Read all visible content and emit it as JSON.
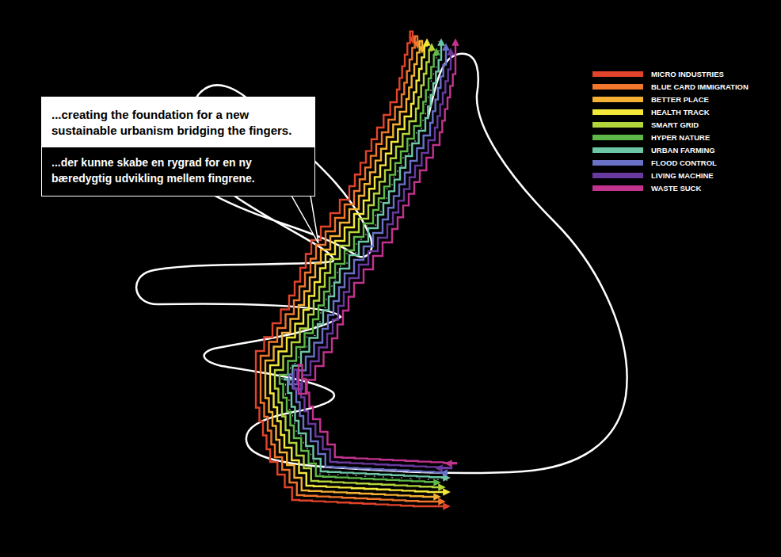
{
  "diagram": {
    "nodes": [
      {
        "text": [
          "...creating the foundation for a new sustainable urbanism bridging the fingers.",
          "...der kunne skabe en rygrad for en ny bæredygtig udvikling mellem fingrene."
        ]
      }
    ],
    "legend": [
      {
        "text": "MICRO INDUSTRIES",
        "color": "#e2432b"
      },
      {
        "text": "BLUE CARD IMMIGRATION",
        "color": "#f0772c"
      },
      {
        "text": "BETTER PLACE",
        "color": "#f4b134"
      },
      {
        "text": "HEALTH TRACK",
        "color": "#f3e83a"
      },
      {
        "text": "SMART GRID",
        "color": "#b3d43b"
      },
      {
        "text": "HYPER NATURE",
        "color": "#5db847"
      },
      {
        "text": "URBAN FARMING",
        "color": "#6cc7a6"
      },
      {
        "text": "FLOOD CONTROL",
        "color": "#6972c6"
      },
      {
        "text": "LIVING MACHINE",
        "color": "#6a39a0"
      },
      {
        "text": "WASTE SUCK",
        "color": "#c2338e"
      }
    ]
  }
}
